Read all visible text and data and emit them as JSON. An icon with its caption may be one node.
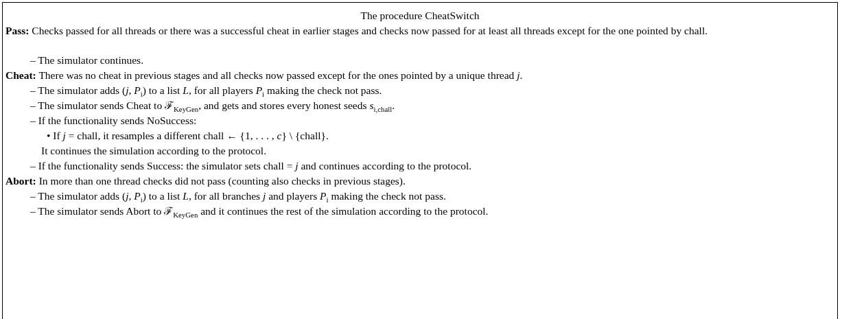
{
  "diagram": {
    "nodes": [
      {
        "text": [
          "The procedure CheatSwitch",
          "**Pass:** Checks passed for all threads or there was a successful cheat in earlier stages and checks now passed for at least all threads except for the one pointed by chall.",
          "– The simulator continues.",
          "**Cheat:** There was no cheat in previous stages and all checks now passed except for the ones pointed by a unique thread *j*.",
          "– The simulator adds (*j*, *P*$_{i}$) to a list *L*, for all players *P*$_{i}$ making the check not pass.",
          "– The simulator sends Cheat to ℱ$_{KeyGen}$, and gets and stores every honest seeds *s*$_{i,chall}$.",
          "– If the functionality sends NoSuccess:",
          "• If *j* = chall, it resamples a different chall ← {1, . . . , *c*} \\ {chall}.",
          "It continues the simulation according to the protocol.",
          "– If the functionality sends Success: the simulator sets chall = *j* and continues according to the protocol.",
          "**Abort:** In more than one thread checks did not pass (counting also checks in previous stages).",
          "– The simulator adds (*j*, *P*$_{i}$) to a list *L*, for all branches *j* and players *P*$_{i}$ making the check not pass.",
          "– The simulator sends Abort to ℱ$_{KeyGen}$ and it continues the rest of the simulation according to the protocol."
        ]
      }
    ]
  }
}
